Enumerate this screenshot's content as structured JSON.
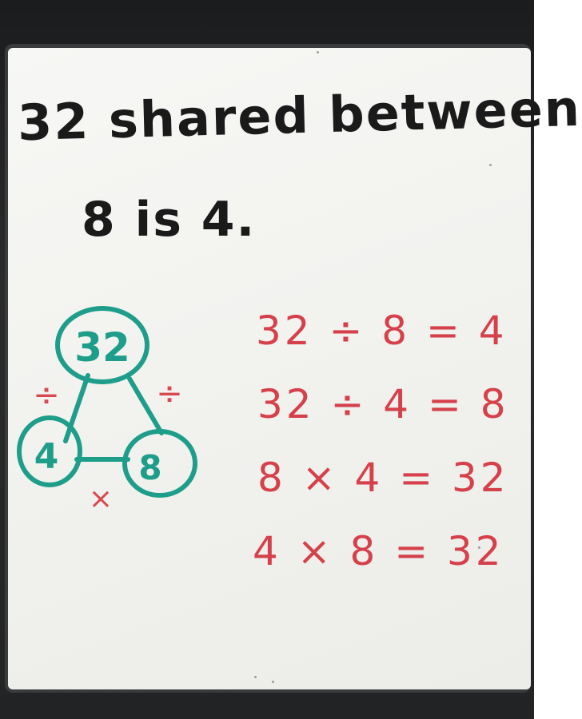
{
  "board": {
    "heading_line_1": "32 shared between",
    "heading_line_2": "8 is 4.",
    "triangle": {
      "top_number": "32",
      "left_number": "4",
      "right_number": "8",
      "left_operator": "÷",
      "right_operator": "÷",
      "bottom_operator": "×"
    },
    "equations": [
      "32 ÷ 8 = 4",
      "32 ÷ 4 = 8",
      "8 × 4 = 32",
      "4 × 8 = 32"
    ]
  },
  "colors": {
    "heading_ink": "#1a1a1a",
    "triangle_ink": "#1e9e8a",
    "equation_ink": "#d6404a",
    "board_surface": "#f3f3f0",
    "frame": "#2a2b2d"
  }
}
